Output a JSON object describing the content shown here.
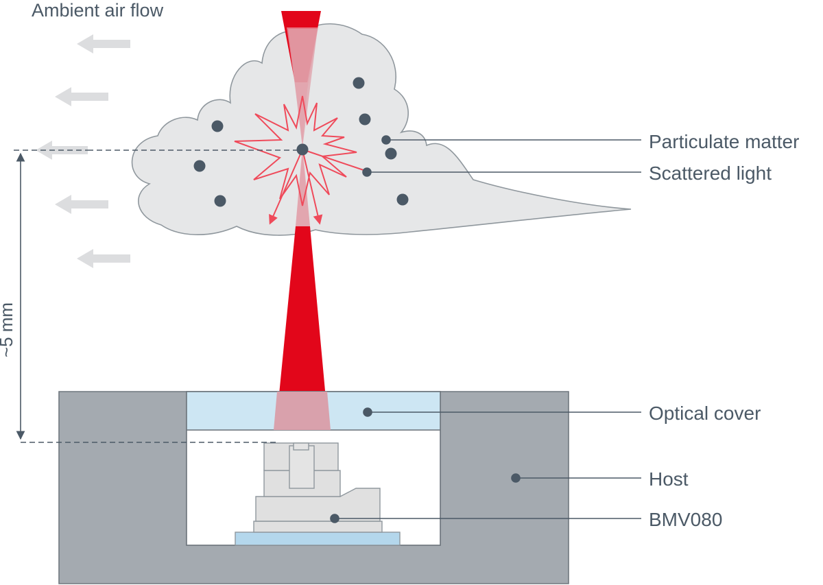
{
  "title": "Ambient air flow",
  "dimension": "~5 mm",
  "labels": {
    "particulate": "Particulate matter",
    "scattered": "Scattered light",
    "optical_cover": "Optical cover",
    "host": "Host",
    "sensor": "BMV080"
  },
  "colors": {
    "laser": "#e2061a",
    "scatter": "#ef4a5a",
    "cloud": "#e3e4e6",
    "cloud_stroke": "#8f979d",
    "host": "#a4aab0",
    "cover": "#cde6f3",
    "particle": "#4b5966",
    "text": "#4b5966",
    "arrow": "#dcdddf"
  },
  "icons": [
    "air-flow-arrow-icon",
    "particle-dot-icon",
    "dimension-arrow-icon"
  ]
}
